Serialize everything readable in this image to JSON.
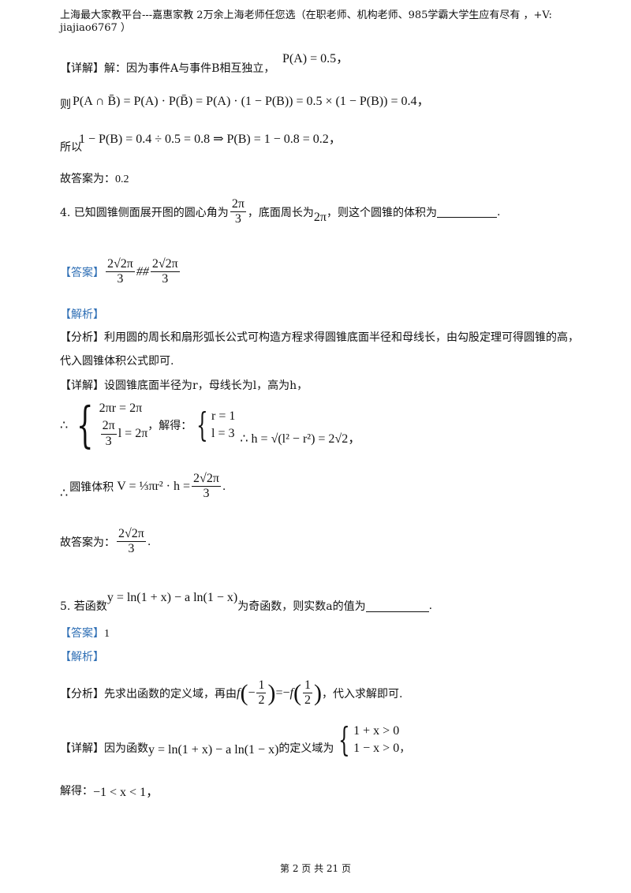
{
  "header": {
    "line1": "上海最大家教平台---嘉惠家教 2万余上海老师任您选（在职老师、机构老师、985学霸大学生应有尽有 ，+V:",
    "line2": "jiajiao6767 ）"
  },
  "block3": {
    "detail_tag": "【详解】",
    "detail_text": "解：因为事件A与事件B相互独立，",
    "pa": "P(A) = 0.5",
    "then_label": "则",
    "eq1": "P(A ∩ B̄) = P(A) · P(B̄) = P(A) · (1 − P(B)) = 0.5 × (1 − P(B)) = 0.4，",
    "so_label": "所以",
    "eq2": "1 − P(B) = 0.4 ÷ 0.5 = 0.8 ⇒ P(B) = 1 − 0.8 = 0.2，",
    "answer_label": "故答案为：",
    "answer_value": "0.2"
  },
  "q4": {
    "prefix": "4. 已知圆锥侧面展开图的圆心角为",
    "angle_num": "2π",
    "angle_den": "3",
    "mid": "，底面周长为",
    "circumference": "2π",
    "suffix": "，则这个圆锥的体积为",
    "end": ".",
    "answer_tag": "【答案】",
    "answer_hash": "##",
    "analysis_tag": "【解析】",
    "analysis_sub_tag": "【分析】",
    "analysis_text1": "利用圆的周长和扇形弧长公式可构造方程求得圆锥底面半径和母线长，由勾股定理可得圆锥的高，",
    "analysis_text2": "代入圆锥体积公式即可.",
    "detail_tag": "【详解】",
    "detail_text": "设圆锥底面半径为r，母线长为l，高为h，",
    "sys1_line1": "2πr = 2π",
    "sys1_line2_tail": "l = 2π",
    "solve_label": "，解得：",
    "sys2_line1": "r = 1",
    "sys2_line2": "l = 3",
    "h_expr": "∴ h = √(l² − r²) = 2√2，",
    "therefore": "∴",
    "volume_label": "圆锥体积",
    "volume_expr": "V = ⅓πr² · h =",
    "final_label": "故答案为：",
    "frac_num": "2√2π",
    "frac_den": "3"
  },
  "q5": {
    "prefix": "5. 若函数",
    "func": "y = ln(1 + x) − a ln(1 − x)",
    "mid": "为奇函数，则实数a的值为",
    "end": ".",
    "answer_tag": "【答案】",
    "answer_value": "1",
    "analysis_tag": "【解析】",
    "analysis_sub_tag": "【分析】",
    "analysis_text_a": "先求出函数的定义域，再由",
    "analysis_eq": "f(−½) = −f(½)",
    "analysis_text_b": "，代入求解即可.",
    "detail_tag": "【详解】",
    "detail_text_a": "因为函数",
    "detail_func": "y = ln(1 + x) − a ln(1 − x)",
    "detail_text_b": "的定义域为",
    "domain_line1": "1 + x > 0",
    "domain_line2": "1 − x > 0",
    "solve_label": "解得：",
    "solve_expr": "−1 < x < 1，"
  },
  "footer": {
    "page": "第 2 页 共 21 页"
  }
}
